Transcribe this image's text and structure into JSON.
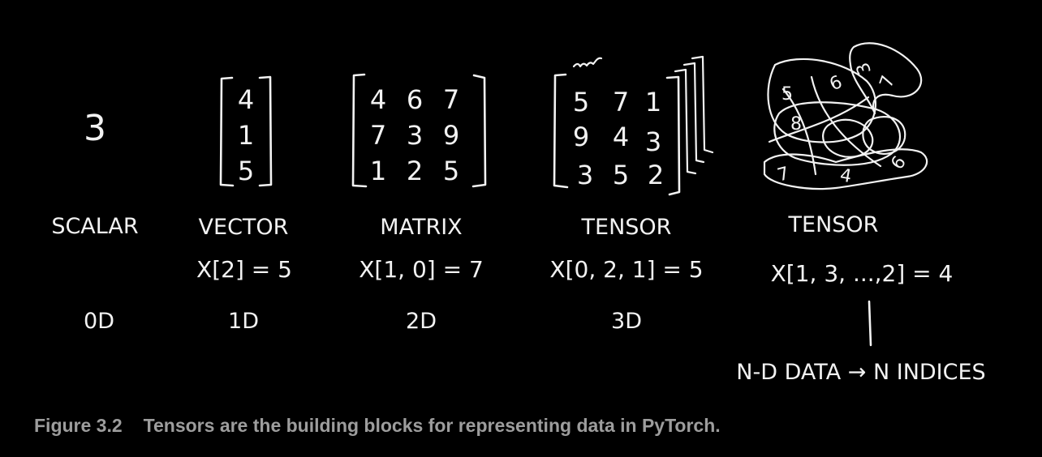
{
  "scalar": {
    "value": "3",
    "label": "SCALAR",
    "dim": "0D"
  },
  "vector": {
    "values": [
      "4",
      "1",
      "5"
    ],
    "label": "VECTOR",
    "index": "X[2] = 5",
    "dim": "1D"
  },
  "matrix": {
    "rows": [
      [
        "4",
        "6",
        "7"
      ],
      [
        "7",
        "3",
        "9"
      ],
      [
        "1",
        "2",
        "5"
      ]
    ],
    "label": "MATRIX",
    "index": "X[1, 0] = 7",
    "dim": "2D"
  },
  "tensor3d": {
    "rows": [
      [
        "5",
        "7",
        "1"
      ],
      [
        "9",
        "4",
        "3"
      ],
      [
        "3",
        "5",
        "2"
      ]
    ],
    "label": "TENSOR",
    "index": "X[0, 2, 1] = 5",
    "dim": "3D"
  },
  "tensorNd": {
    "numbers": [
      "5",
      "6",
      "8",
      "7",
      "4",
      "6",
      "3",
      "7"
    ],
    "label": "TENSOR",
    "index": "X[1, 3, ...,2] = 4",
    "note": "N-D DATA → N INDICES"
  },
  "caption": {
    "number": "Figure 3.2",
    "text": "Tensors are the building blocks for representing data in PyTorch."
  }
}
